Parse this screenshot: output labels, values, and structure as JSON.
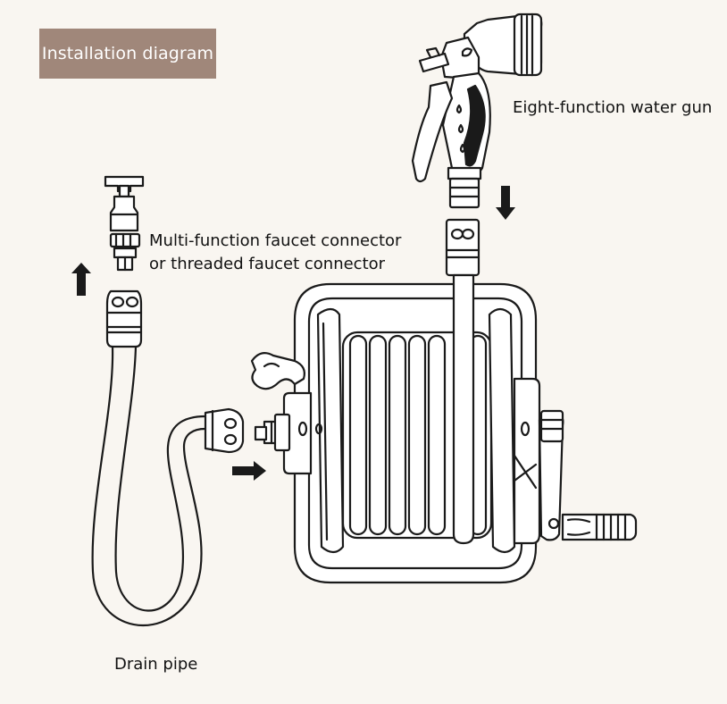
{
  "title": "Installation diagram",
  "labels": {
    "water_gun": "Eight-function water gun",
    "faucet_line1": "Multi-function faucet connector",
    "faucet_line2": "or threaded faucet connector",
    "drain_pipe": "Drain pipe"
  },
  "colors": {
    "background": "#f9f6f1",
    "title_badge": "#a0877a",
    "title_text": "#ffffff",
    "line": "#1a1a1a"
  },
  "icons": {
    "arrow_up": "arrow-up-icon",
    "arrow_down": "arrow-down-icon",
    "arrow_right": "arrow-right-icon"
  }
}
